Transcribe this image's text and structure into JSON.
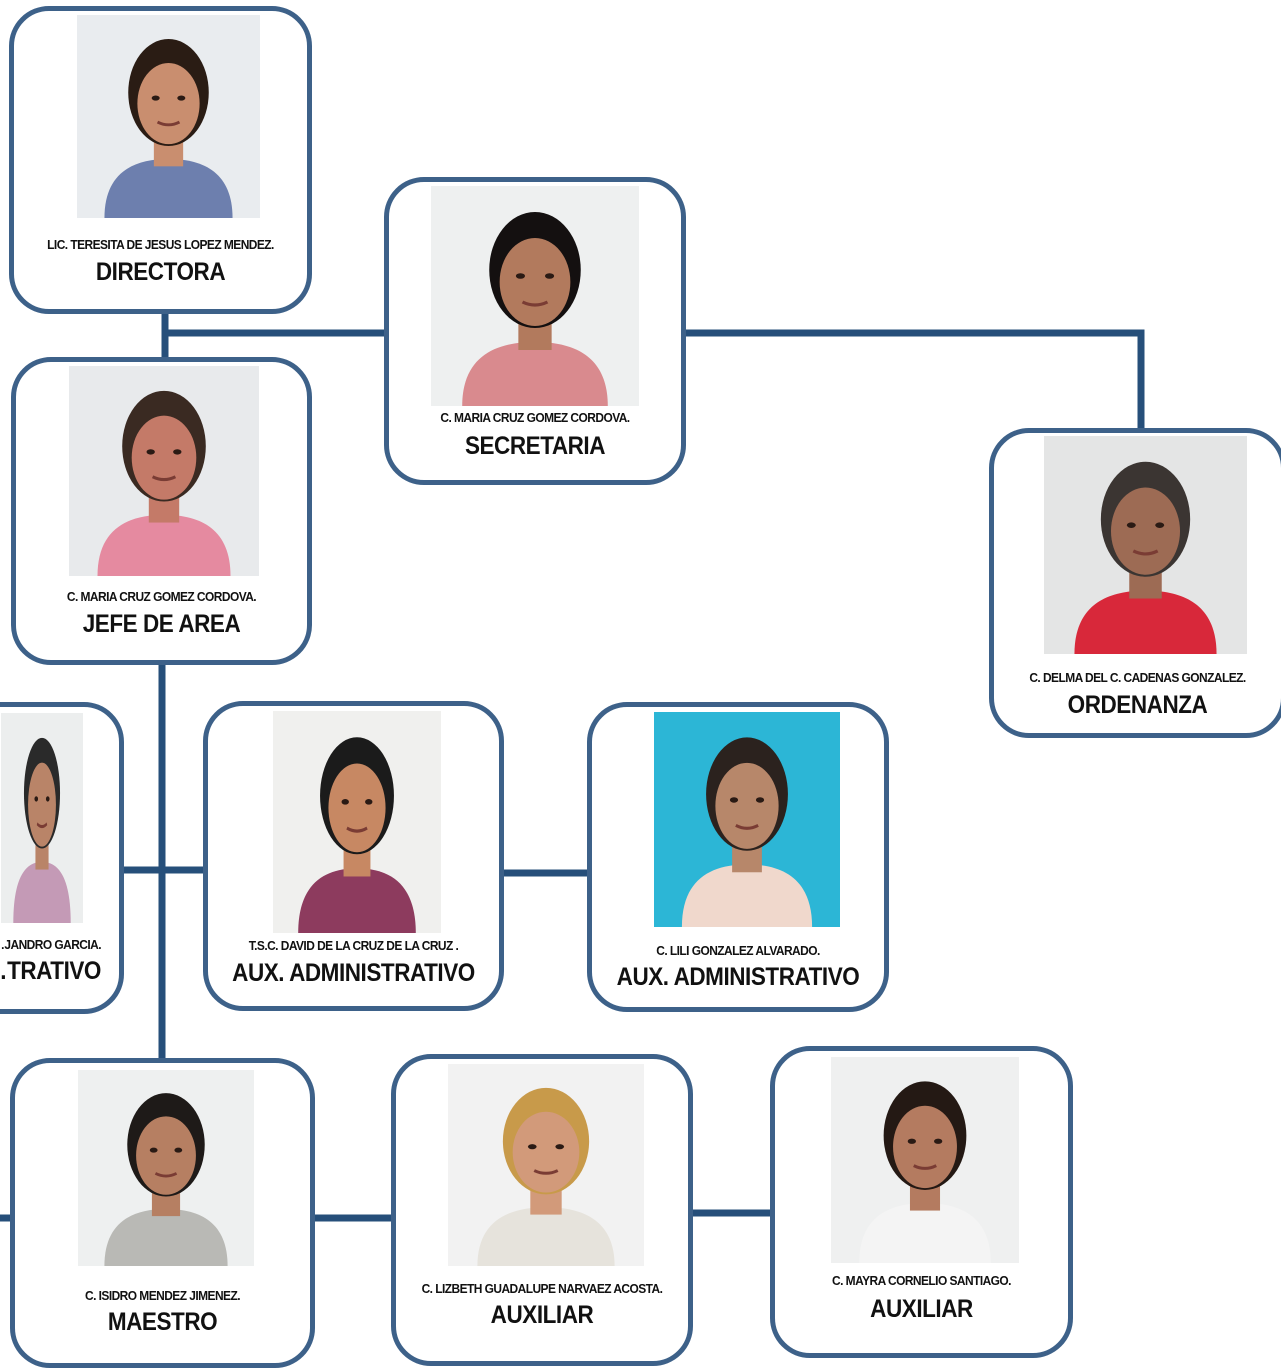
{
  "people": [
    {
      "id": "directora",
      "name": "LIC. TERESITA DE JESUS LOPEZ MENDEZ.",
      "role": "DIRECTORA",
      "skin": "#c98e6f",
      "hair": "#2a1c14",
      "shirt": "#6d7fae",
      "bg": "#e9ecef"
    },
    {
      "id": "secretaria",
      "name": "C. MARIA CRUZ GOMEZ CORDOVA.",
      "role": "SECRETARIA",
      "skin": "#b27a5d",
      "hair": "#141010",
      "shirt": "#d98a8e",
      "bg": "#eef0f0"
    },
    {
      "id": "jefe",
      "name": "C. MARIA CRUZ GOMEZ CORDOVA.",
      "role": "JEFE DE AREA",
      "skin": "#c47a68",
      "hair": "#3a2a22",
      "shirt": "#e58aa0",
      "bg": "#e8eaec"
    },
    {
      "id": "ordenanza",
      "name": "C. DELMA DEL C. CADENAS GONZALEZ.",
      "role": "ORDENANZA",
      "skin": "#9d6b54",
      "hair": "#3b3532",
      "shirt": "#d8283a",
      "bg": "#e4e5e5"
    },
    {
      "id": "aux1",
      "name": "…JANDRO GARCIA.",
      "role": "…TRATIVO",
      "skin": "#b98468",
      "hair": "#2a2a2a",
      "shirt": "#c49ab6",
      "bg": "#eceeee"
    },
    {
      "id": "aux2",
      "name": "T.S.C. DAVID DE LA CRUZ DE LA CRUZ .",
      "role": "AUX. ADMINISTRATIVO",
      "skin": "#c78863",
      "hair": "#1b1b1b",
      "shirt": "#8d3b5e",
      "bg": "#f0f0ee"
    },
    {
      "id": "aux3",
      "name": "C. LILI GONZALEZ ALVARADO.",
      "role": "AUX. ADMINISTRATIVO",
      "skin": "#b7876a",
      "hair": "#2b221e",
      "shirt": "#f0d8cc",
      "bg": "#2cb6d6"
    },
    {
      "id": "maestro",
      "name": "C. ISIDRO MENDEZ JIMENEZ.",
      "role": "MAESTRO",
      "skin": "#b67f62",
      "hair": "#1e1a18",
      "shirt": "#b9b9b5",
      "bg": "#eef0f0"
    },
    {
      "id": "auxiliar1",
      "name": "C. LIZBETH GUADALUPE NARVAEZ ACOSTA.",
      "role": "AUXILIAR",
      "skin": "#d29a7a",
      "hair": "#c89a4a",
      "shirt": "#e6e3dc",
      "bg": "#f2f2f2"
    },
    {
      "id": "auxiliar2",
      "name": "C. MAYRA CORNELIO SANTIAGO.",
      "role": "AUXILIAR",
      "skin": "#b47b60",
      "hair": "#241914",
      "shirt": "#f4f4f4",
      "bg": "#eff0f0"
    }
  ],
  "colors": {
    "connector": "#264f7a",
    "border": "#3d6189"
  }
}
